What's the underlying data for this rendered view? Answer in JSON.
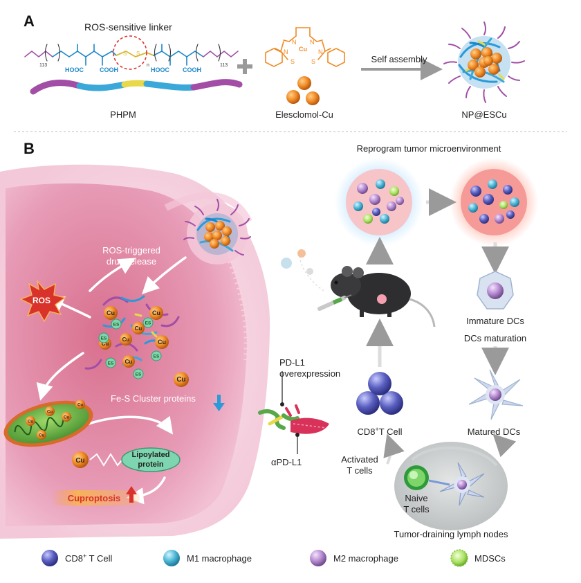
{
  "panel_a": {
    "letter": "A",
    "linker_label": "ROS-sensitive linker",
    "chem": {
      "sub_113_left": "113",
      "sub_113_right": "113",
      "sub_n": "n",
      "hooc_left": "HOOC",
      "cooh_left": "COOH",
      "hooc_right": "HOOC",
      "cooh_right": "COOH",
      "s1": "S",
      "s2": "S",
      "cu": "Cu",
      "n1": "N",
      "n2": "N",
      "n3": "N",
      "n4": "N",
      "s3": "S",
      "s4": "S"
    },
    "polymer_label": "PHPM",
    "complex_label": "Elesclomol-Cu",
    "arrow_label": "Self assembly",
    "nanoparticle_label": "NP@ESCu"
  },
  "panel_b": {
    "letter": "B",
    "title": "Reprogram tumor microenvironment",
    "ros_release": [
      "ROS-triggered",
      "drug release"
    ],
    "ros": "ROS",
    "cu_tag": "Cu",
    "es_tag": "ES",
    "fes": "Fe-S Cluster proteins",
    "lipoylated": [
      "Lipoylated",
      "protein"
    ],
    "cuproptosis": "Cuproptosis",
    "pdl1": [
      "PD-L1",
      "overexpression"
    ],
    "apdl1": "αPD-L1",
    "immature_dcs": "Immature DCs",
    "dcs_maturation": "DCs maturation",
    "matured_dcs": "Matured DCs",
    "cd8_cell_prefix": "CD8",
    "cd8_cell_sup": "+",
    "cd8_cell_suffix": "T Cell",
    "activated": [
      "Activated",
      "T cells"
    ],
    "naive": [
      "Naive",
      "T cells"
    ],
    "lymph_nodes": "Tumor-draining lymph nodes"
  },
  "legend": [
    {
      "prefix": "CD8",
      "sup": "+",
      "suffix": " T Cell",
      "color": "#5a5fc0"
    },
    {
      "prefix": "M1 macrophage",
      "sup": "",
      "suffix": "",
      "color": "#4fb8d8"
    },
    {
      "prefix": "M2 macrophage",
      "sup": "",
      "suffix": "",
      "color": "#b78bd0"
    },
    {
      "prefix": "MDSCs",
      "sup": "",
      "suffix": "",
      "color": "#a8e060"
    }
  ],
  "colors": {
    "accent_blue": "#1a86c8",
    "peg_purple": "#a24ea6",
    "linker_yellow": "#e8d84a",
    "core_orange": "#f08a24",
    "tumor_pink": "#e79bb6",
    "ros_red": "#d9322a"
  }
}
